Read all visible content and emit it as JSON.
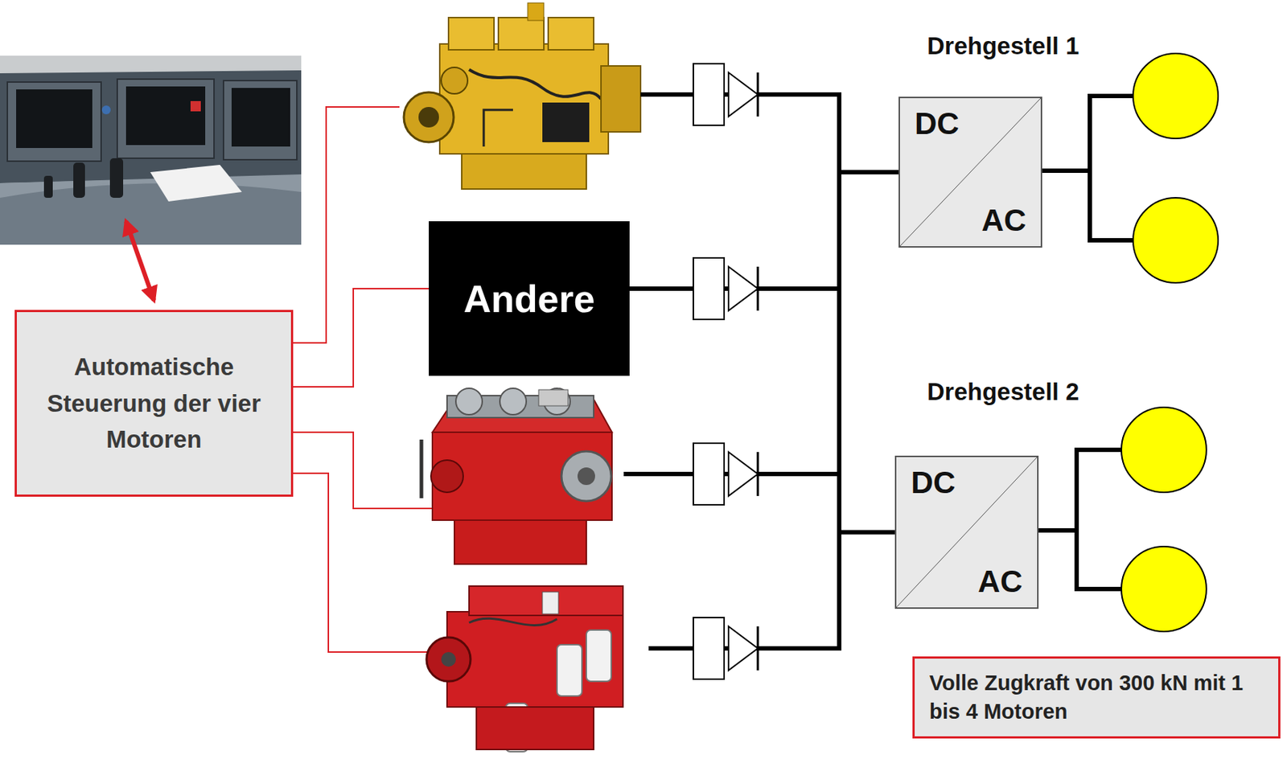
{
  "diagram": {
    "nodes": [
      {
        "text": [
          "Automatische Steuerung der vier Motoren"
        ]
      },
      {
        "text": [
          "Andere"
        ]
      },
      {
        "text": [
          "DC",
          "AC"
        ]
      },
      {
        "text": [
          "DC",
          "AC"
        ]
      },
      {
        "text": [
          "Volle Zugkraft von 300 kN mit 1 bis 4 Motoren"
        ]
      }
    ],
    "edges": [
      {
        "from": 0,
        "to": 1,
        "arrow": "none"
      },
      {
        "from": 1,
        "to": 2,
        "arrow": "none"
      },
      {
        "from": 1,
        "to": 3,
        "arrow": "none"
      }
    ],
    "labels": [
      "Drehgestell 1",
      "Drehgestell 2"
    ]
  }
}
